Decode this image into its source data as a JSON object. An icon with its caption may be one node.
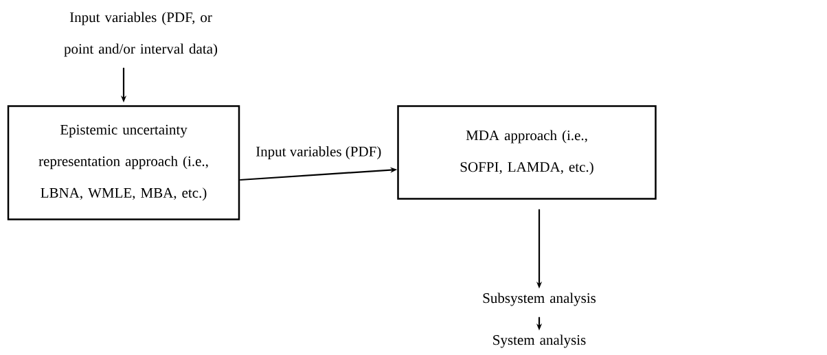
{
  "diagram": {
    "nodes": [
      {
        "text": [
          "Input variables (PDF, or point and/or interval data)"
        ]
      },
      {
        "text": [
          "Epistemic uncertainty representation approach (i.e., LBNA, WMLE, MBA, etc.)"
        ]
      },
      {
        "text": [
          "MDA approach (i.e., SOFPI, LAMDA, etc.)"
        ]
      },
      {
        "text": [
          "Subsystem analysis"
        ]
      },
      {
        "text": [
          "System analysis"
        ]
      }
    ],
    "edges": [
      {
        "from": 0,
        "to": 1,
        "arrow": "to"
      },
      {
        "from": 1,
        "to": 2,
        "arrow": "to",
        "label": "Input variables (PDF)"
      },
      {
        "from": 2,
        "to": 3,
        "arrow": "to"
      },
      {
        "from": 3,
        "to": 4,
        "arrow": "to"
      }
    ]
  }
}
